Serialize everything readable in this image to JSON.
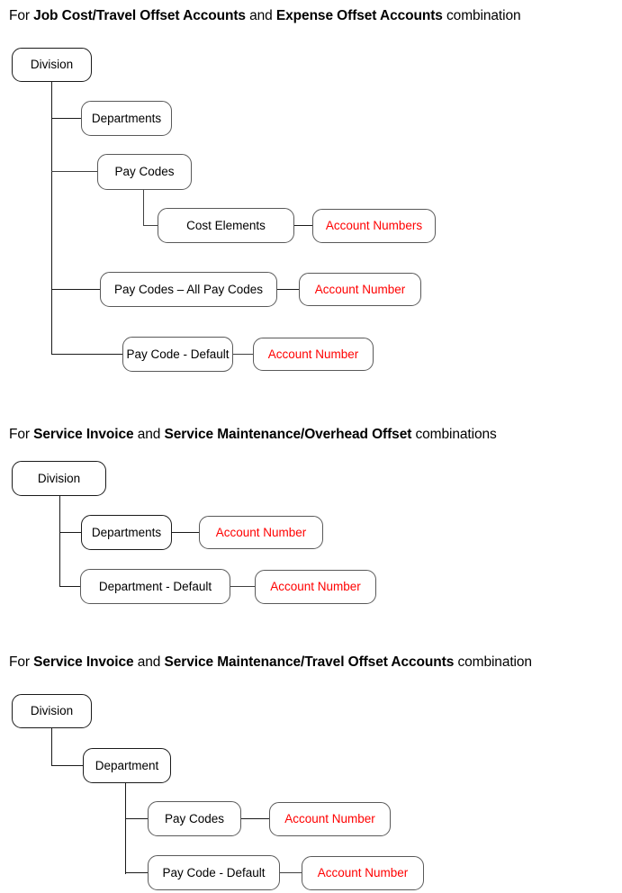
{
  "page": {
    "background": "#ffffff",
    "accent_red": "#ff0000",
    "line_color": "#404040",
    "box_border": "#595959"
  },
  "sections": [
    {
      "id": "job-cost-expense",
      "heading": {
        "prefix": "For ",
        "bold1": "Job Cost/Travel Offset Accounts",
        "mid": " and ",
        "bold2": "Expense Offset Accounts",
        "suffix": " combination"
      },
      "nodes": {
        "division": "Division",
        "departments": "Departments",
        "pay_codes": "Pay Codes",
        "cost_elements": "Cost Elements",
        "account_numbers": "Account Numbers",
        "pay_codes_all": "Pay Codes – All Pay Codes",
        "account_number_all": "Account Number",
        "pay_code_default": "Pay Code - Default",
        "account_number_default": "Account Number"
      }
    },
    {
      "id": "service-invoice-overhead",
      "heading": {
        "prefix": "For ",
        "bold1": "Service Invoice",
        "mid": " and ",
        "bold2": "Service Maintenance/Overhead Offset",
        "suffix": " combinations"
      },
      "nodes": {
        "division": "Division",
        "departments": "Departments",
        "account_number_departments": "Account Number",
        "department_default": "Department - Default",
        "account_number_default": "Account Number"
      }
    },
    {
      "id": "service-invoice-travel",
      "heading": {
        "prefix": "For ",
        "bold1": "Service Invoice",
        "mid": " and ",
        "bold2": "Service Maintenance/Travel Offset Accounts",
        "suffix": " combination"
      },
      "nodes": {
        "division": "Division",
        "department": "Department",
        "pay_codes": "Pay Codes",
        "account_number_pay_codes": "Account Number",
        "pay_code_default": "Pay Code - Default",
        "account_number_default": "Account Number"
      }
    }
  ]
}
